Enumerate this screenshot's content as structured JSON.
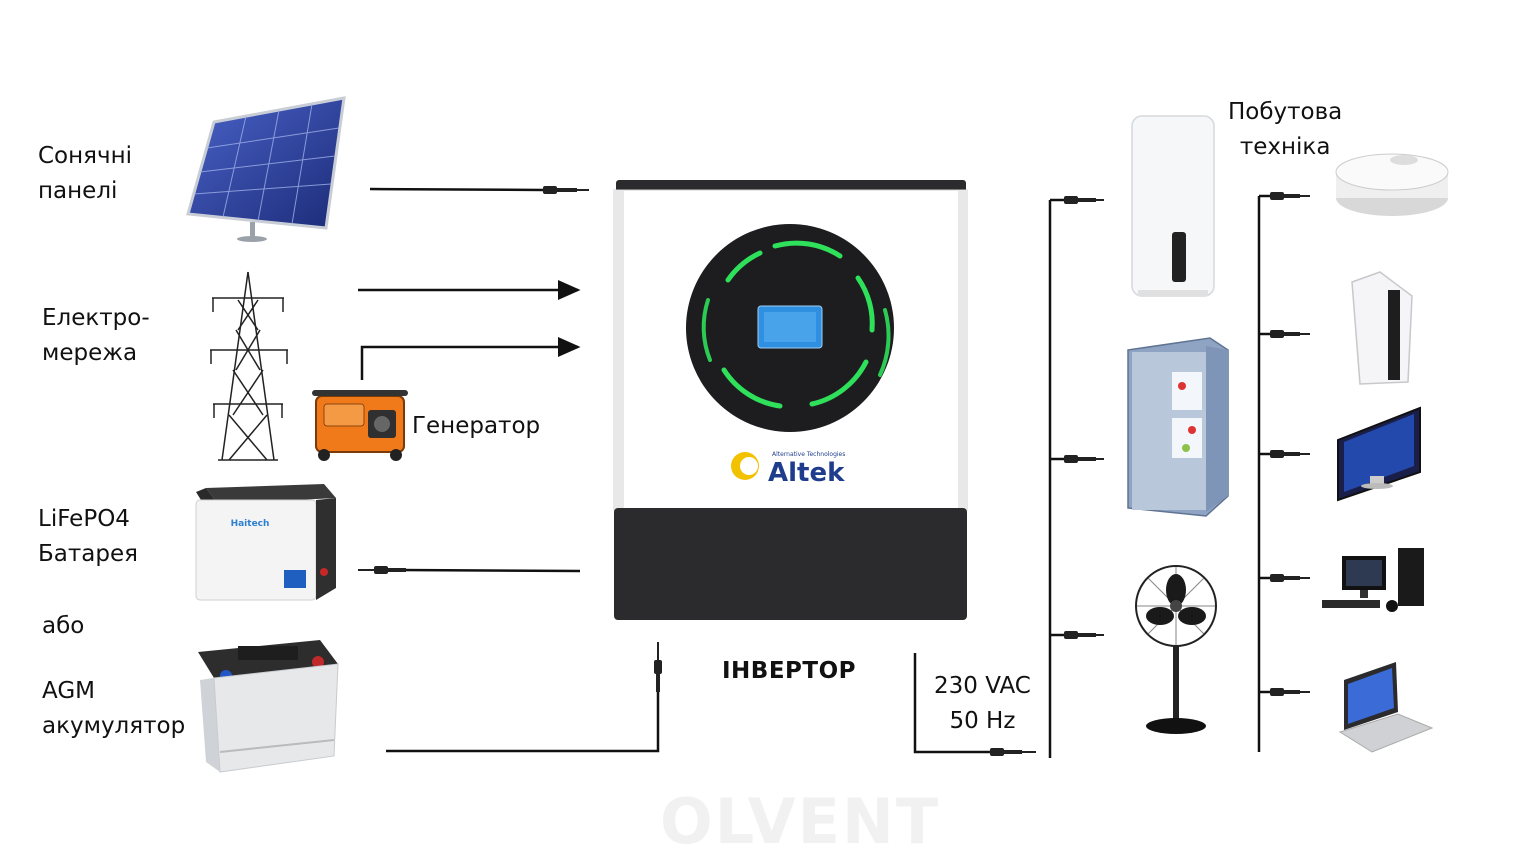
{
  "sources": {
    "solar": [
      "Сонячні",
      "панелі"
    ],
    "grid": [
      "Електро-",
      "мережа"
    ],
    "generator": "Генератор",
    "lifepo4": [
      "LiFePO4",
      "Батарея"
    ],
    "or_label": "або",
    "agm": [
      "AGM",
      "акумулятор"
    ]
  },
  "inverter": {
    "title": "ІНВЕРТОР",
    "brand": "Altek",
    "brand_tagline": "Alternative Technologies",
    "battery_brand": "Haitech"
  },
  "output": {
    "voltage": "230 VAC",
    "frequency": "50 Hz"
  },
  "appliances": {
    "title": [
      "Побутова",
      "техніка"
    ]
  },
  "watermark": "OLVENT",
  "colors": {
    "ring": "#2fe05a",
    "inverter_body": "#ffffff",
    "inverter_base": "#2b2b2d",
    "screen": "#2f8fe0",
    "generator": "#f07a1a",
    "solar": "#2c3f9c"
  }
}
